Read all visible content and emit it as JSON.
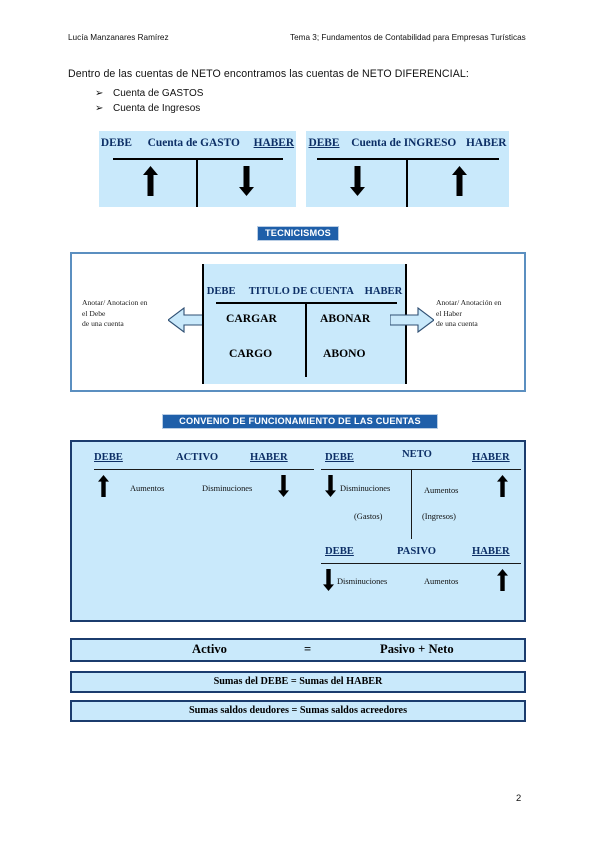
{
  "header": {
    "author": "Lucía Manzanares Ramírez",
    "course": "Tema 3; Fundamentos de Contabilidad para Empresas Turísticas"
  },
  "intro": {
    "paragraph": "Dentro de las cuentas de NETO encontramos las cuentas de NETO DIFERENCIAL:",
    "bullet_marker": "➢",
    "items": [
      "Cuenta de GASTOS",
      "Cuenta de Ingresos"
    ]
  },
  "t_accounts_top": [
    {
      "debit_label": "DEBE",
      "title": "Cuenta de GASTO",
      "credit_label": "HABER",
      "debit_arrow": "arrow-up",
      "credit_arrow": "arrow-down"
    },
    {
      "debit_label": "DEBE",
      "title": "Cuenta de INGRESO",
      "credit_label": "HABER",
      "debit_arrow": "arrow-down",
      "credit_arrow": "arrow-up"
    }
  ],
  "banners": {
    "tecnicismos": "TECNICISMOS",
    "convenio": "CONVENIO DE FUNCIONAMIENTO DE LAS CUENTAS"
  },
  "tecnicismos": {
    "debit_label": "DEBE",
    "title": "TITULO DE CUENTA",
    "credit_label": "HABER",
    "debit_verb": "CARGAR",
    "debit_noun": "CARGO",
    "credit_verb": "ABONAR",
    "credit_noun": "ABONO",
    "left_note": [
      "Anotar/ Anotacion en",
      "el Debe",
      "de una cuenta"
    ],
    "right_note": [
      "Anotar/ Anotación en",
      "el Haber",
      "de una cuenta"
    ],
    "left_arrow": "arrow-left-block",
    "right_arrow": "arrow-right-block"
  },
  "convenio": {
    "activo": {
      "debit_label": "DEBE",
      "title": "ACTIVO",
      "credit_label": "HABER",
      "debit_text": "Aumentos",
      "credit_text": "Disminuciones",
      "debit_arrow": "arrow-up",
      "credit_arrow": "arrow-down"
    },
    "neto": {
      "debit_label": "DEBE",
      "title": "NETO",
      "credit_label": "HABER",
      "debit_text": "Disminuciones",
      "debit_sub": "(Gastos)",
      "credit_text": "Aumentos",
      "credit_sub": "(Ingresos)",
      "debit_arrow": "arrow-down",
      "credit_arrow": "arrow-up"
    },
    "pasivo": {
      "debit_label": "DEBE",
      "title": "PASIVO",
      "credit_label": "HABER",
      "debit_text": "Disminuciones",
      "credit_text": "Aumentos",
      "debit_arrow": "arrow-down",
      "credit_arrow": "arrow-up"
    }
  },
  "equations": {
    "row1_left": "Activo",
    "row1_op": "=",
    "row1_right": "Pasivo + Neto",
    "row2": "Sumas del DEBE = Sumas del HABER",
    "row3": "Sumas saldos deudores = Sumas saldos acreedores"
  },
  "footer": {
    "page_number": "2"
  },
  "colors": {
    "panel_fill": "#c9e9fb",
    "banner_blue": "#1f5fa9",
    "heading_navy": "#0d2f66",
    "frame_navy": "#1b3c6e",
    "frame_steel": "#5b8fc0"
  }
}
